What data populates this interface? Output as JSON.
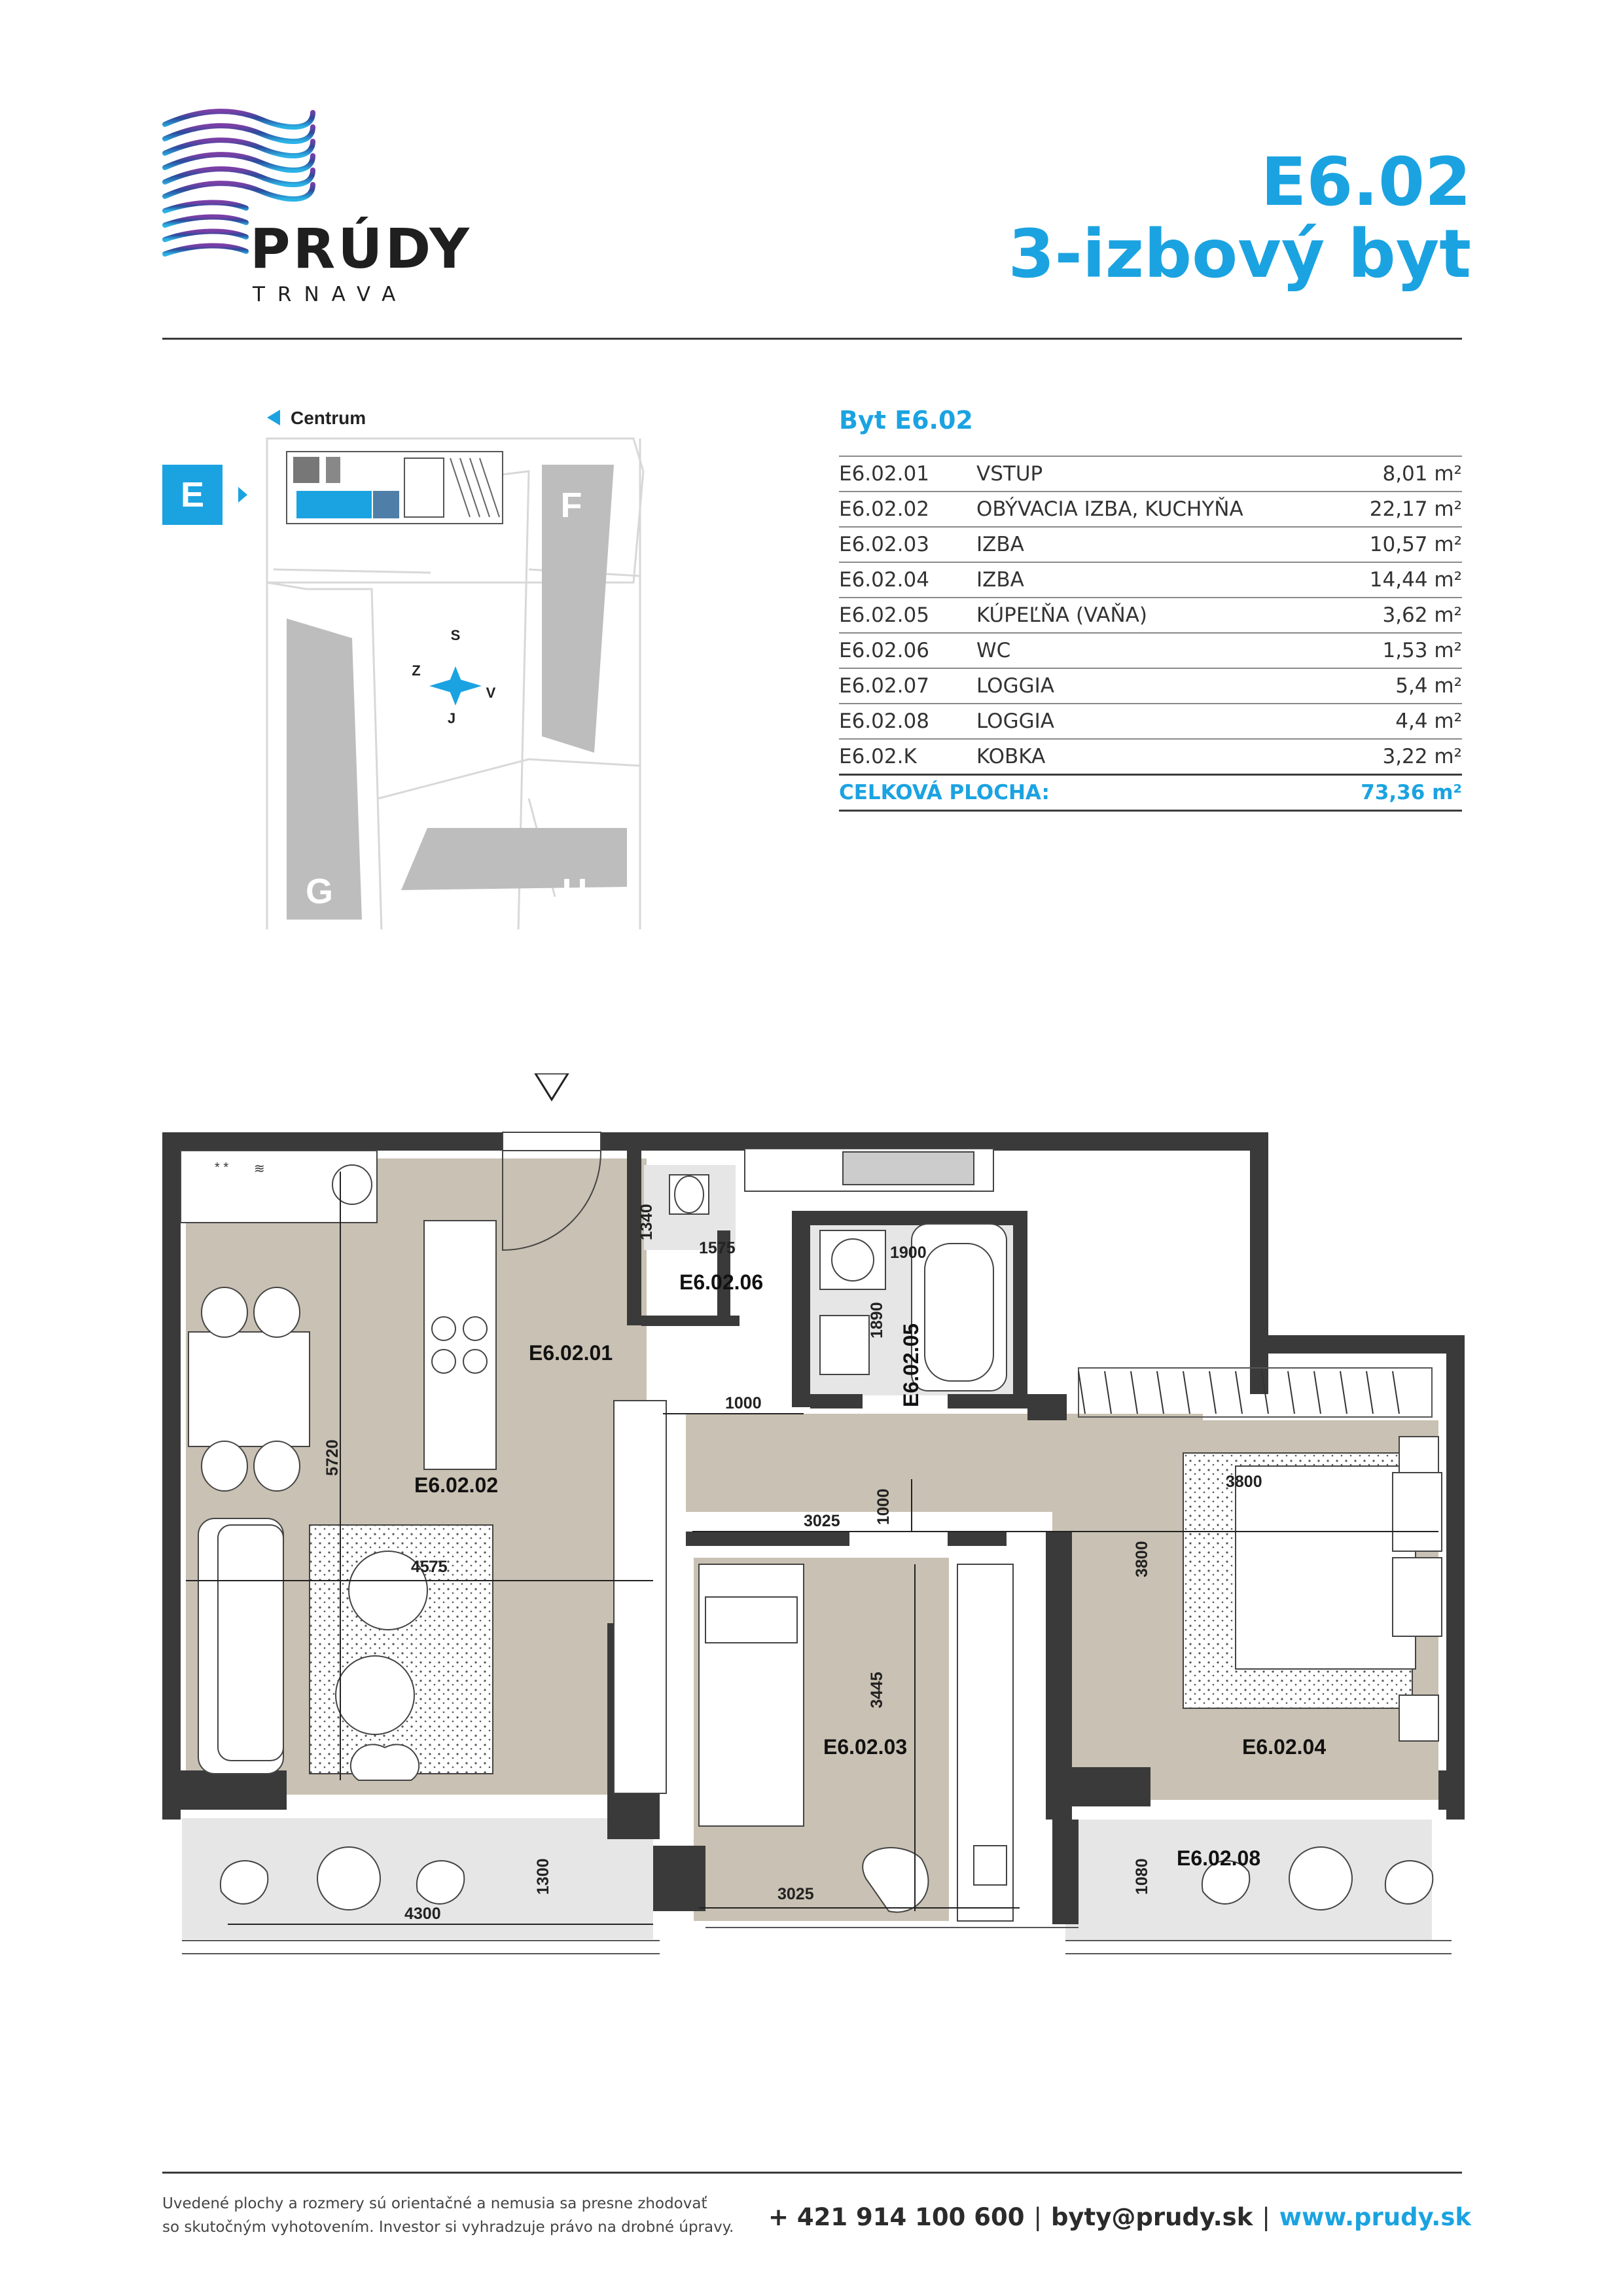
{
  "brand": {
    "name": "PRÚDY",
    "city": "TRNAVA"
  },
  "unit": {
    "code": "E6.02",
    "type": "3-izbový byt"
  },
  "siteplan": {
    "centrum_label": "Centrum",
    "active_block": "E",
    "blocks": [
      "F",
      "G",
      "H"
    ],
    "compass": {
      "n": "S",
      "w": "Z",
      "e": "V",
      "s": "J"
    }
  },
  "areas": {
    "title": "Byt E6.02",
    "rows": [
      {
        "id": "E6.02.01",
        "name": "VSTUP",
        "area": "8,01 m²"
      },
      {
        "id": "E6.02.02",
        "name": "OBÝVACIA IZBA, KUCHYŇA",
        "area": "22,17 m²"
      },
      {
        "id": "E6.02.03",
        "name": "IZBA",
        "area": "10,57 m²"
      },
      {
        "id": "E6.02.04",
        "name": "IZBA",
        "area": "14,44 m²"
      },
      {
        "id": "E6.02.05",
        "name": "KÚPEĽŇA (VAŇA)",
        "area": "3,62 m²"
      },
      {
        "id": "E6.02.06",
        "name": "WC",
        "area": "1,53 m²"
      },
      {
        "id": "E6.02.07",
        "name": "LOGGIA",
        "area": "5,4 m²"
      },
      {
        "id": "E6.02.08",
        "name": "LOGGIA",
        "area": "4,4 m²"
      },
      {
        "id": "E6.02.K",
        "name": "KOBKA",
        "area": "3,22 m²"
      }
    ],
    "total_label": "CELKOVÁ PLOCHA:",
    "total_value": "73,36 m²"
  },
  "plan": {
    "rooms": {
      "r01": "E6.02.01",
      "r02": "E6.02.02",
      "r03": "E6.02.03",
      "r04": "E6.02.04",
      "r05": "E6.02.05",
      "r06": "E6.02.06",
      "r08": "E6.02.08"
    },
    "dims": {
      "d1340": "1340",
      "d1575": "1575",
      "d1900": "1900",
      "d1890": "1890",
      "d1000a": "1000",
      "d1000b": "1000",
      "d3025a": "3025",
      "d3025b": "3025",
      "d3800a": "3800",
      "d3800b": "3800",
      "d5720": "5720",
      "d4575": "4575",
      "d3445": "3445",
      "d1300": "1300",
      "d4300": "4300",
      "d1080": "1080"
    }
  },
  "footer": {
    "disclaimer_1": "Uvedené plochy a rozmery sú orientačné a nemusia sa presne zhodovať",
    "disclaimer_2": "so skutočným vyhotovením. Investor si vyhradzuje právo na drobné úpravy.",
    "phone": "+ 421 914 100 600",
    "email": "byty@prudy.sk",
    "web": "www.prudy.sk"
  },
  "colors": {
    "accent": "#1ba3e1",
    "floor": "#c9c1b3",
    "wall": "#3a3a3a",
    "block": "#bdbdbd"
  }
}
